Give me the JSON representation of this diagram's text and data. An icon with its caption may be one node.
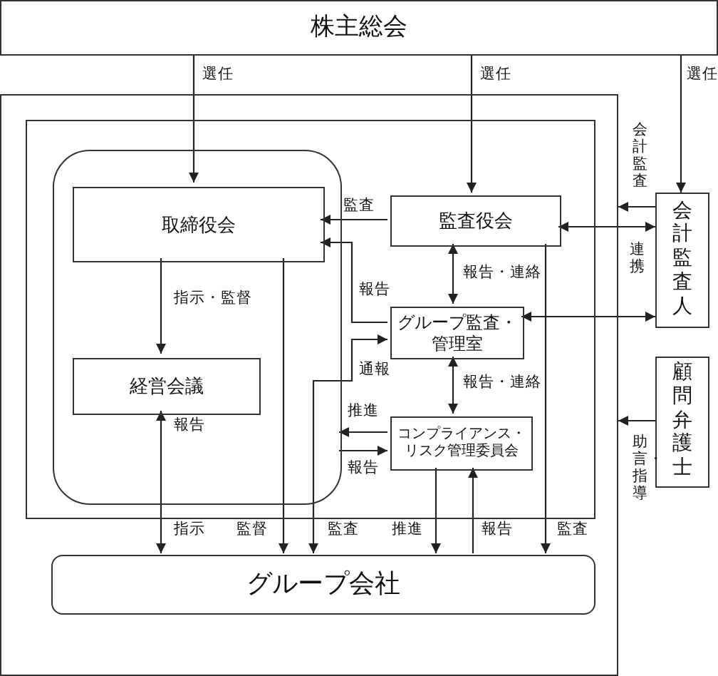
{
  "diagram": {
    "nodes": [
      {
        "text": [
          "株主総会"
        ]
      },
      {
        "text": [],
        "shape": "box"
      },
      {
        "text": [],
        "shape": "box",
        "in": 1
      },
      {
        "text": [],
        "shape": "box",
        "in": 2
      },
      {
        "text": [
          "取締役会"
        ],
        "in": 3
      },
      {
        "text": [
          "監査役会"
        ],
        "in": 2
      },
      {
        "text": [
          "会計監査人"
        ]
      },
      {
        "text": [
          "グループ監査・管理室"
        ],
        "in": 2
      },
      {
        "text": [
          "経営会議"
        ],
        "in": 3
      },
      {
        "text": [
          "顧問弁護士"
        ]
      },
      {
        "text": [
          "コンプライアンス・リスク管理委員会"
        ],
        "in": 2
      },
      {
        "text": [
          "グループ会社"
        ],
        "in": 1
      }
    ],
    "edges": [
      {
        "from": 0,
        "to": 4,
        "arrow": "to",
        "label": "選任"
      },
      {
        "from": 0,
        "to": 5,
        "arrow": "to",
        "label": "選任"
      },
      {
        "from": 0,
        "to": 6,
        "arrow": "to",
        "label": "選任"
      },
      {
        "from": 6,
        "to": 1,
        "arrow": "to",
        "label": "会計監査"
      },
      {
        "from": 5,
        "to": 4,
        "arrow": "to",
        "label": "監査"
      },
      {
        "from": 5,
        "to": 6,
        "arrow": "both",
        "label": "連携"
      },
      {
        "from": 7,
        "to": 6,
        "arrow": "both"
      },
      {
        "from": 4,
        "to": 8,
        "arrow": "to",
        "label": "指示・監督"
      },
      {
        "from": 7,
        "to": 4,
        "arrow": "to",
        "label": "報告"
      },
      {
        "from": 5,
        "to": 7,
        "arrow": "both",
        "label": "報告・連絡"
      },
      {
        "from": 7,
        "to": 10,
        "arrow": "both",
        "label": "報告・連絡"
      },
      {
        "from": 10,
        "to": 3,
        "arrow": "to",
        "label": "推進"
      },
      {
        "from": 3,
        "to": 10,
        "arrow": "to",
        "label": "報告"
      },
      {
        "from": 8,
        "to": 11,
        "arrow": "both",
        "label": "指示"
      },
      {
        "from": 4,
        "to": 11,
        "arrow": "to",
        "label": "監督"
      },
      {
        "from": 11,
        "to": 7,
        "arrow": "both",
        "label": "通報"
      },
      {
        "from": 10,
        "to": 11,
        "arrow": "to",
        "label": "推進"
      },
      {
        "from": 11,
        "to": 10,
        "arrow": "to",
        "label": "報告"
      },
      {
        "from": 5,
        "to": 11,
        "arrow": "to",
        "label": "監査"
      },
      {
        "from": 9,
        "to": 1,
        "arrow": "to",
        "label": "助言・指導"
      }
    ],
    "labels": [
      "報告",
      "監査"
    ]
  }
}
